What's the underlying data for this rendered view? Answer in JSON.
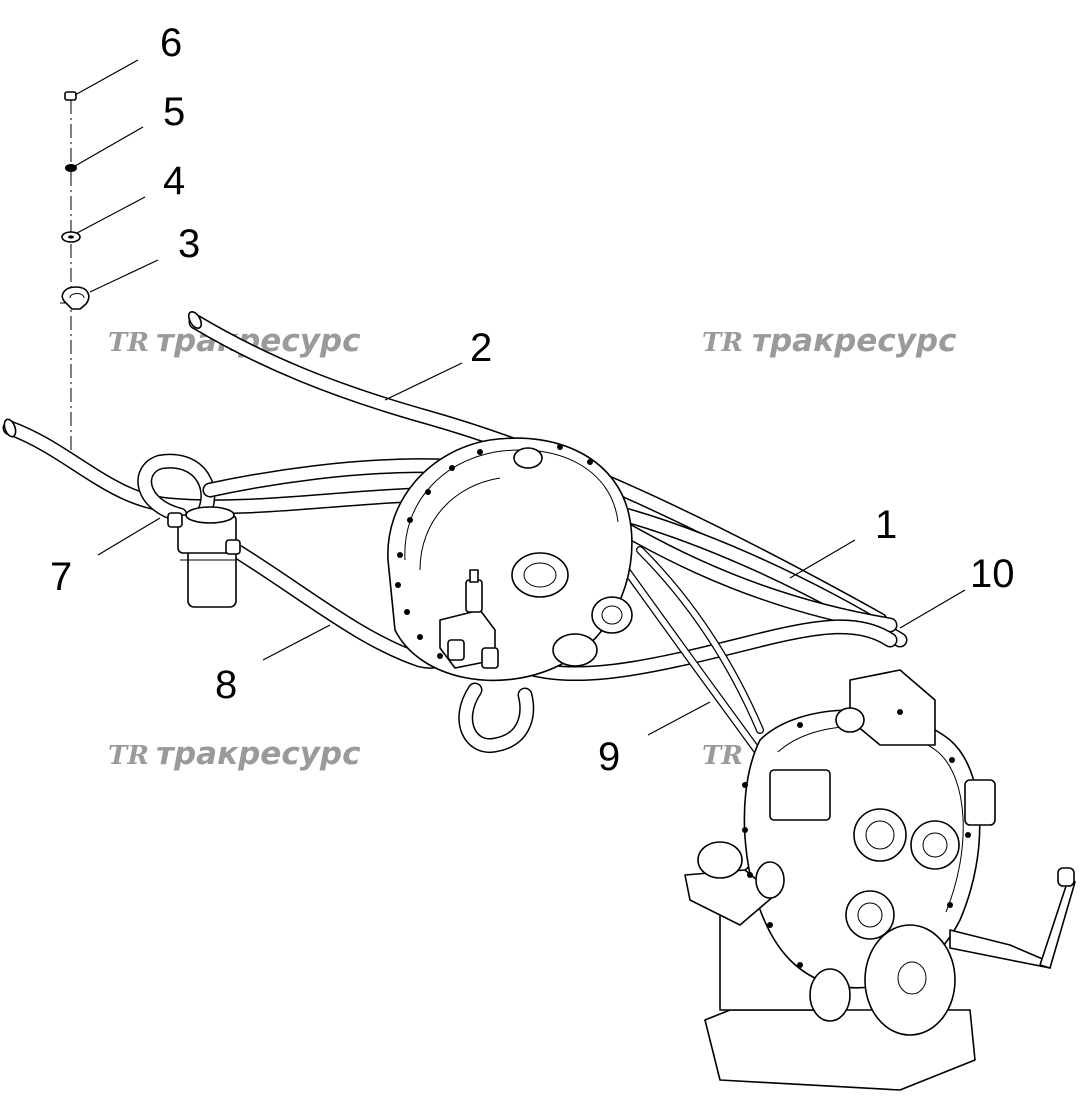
{
  "watermark": {
    "logo": "TR",
    "text": "тракресурс"
  },
  "callouts": [
    {
      "id": "6",
      "label": "6"
    },
    {
      "id": "5",
      "label": "5"
    },
    {
      "id": "4",
      "label": "4"
    },
    {
      "id": "3",
      "label": "3"
    },
    {
      "id": "2",
      "label": "2"
    },
    {
      "id": "1",
      "label": "1"
    },
    {
      "id": "10",
      "label": "10"
    },
    {
      "id": "7",
      "label": "7"
    },
    {
      "id": "8",
      "label": "8"
    },
    {
      "id": "9",
      "label": "9"
    }
  ],
  "colors": {
    "line": "#000000",
    "background": "#ffffff",
    "watermark": "#9a9a9a"
  }
}
